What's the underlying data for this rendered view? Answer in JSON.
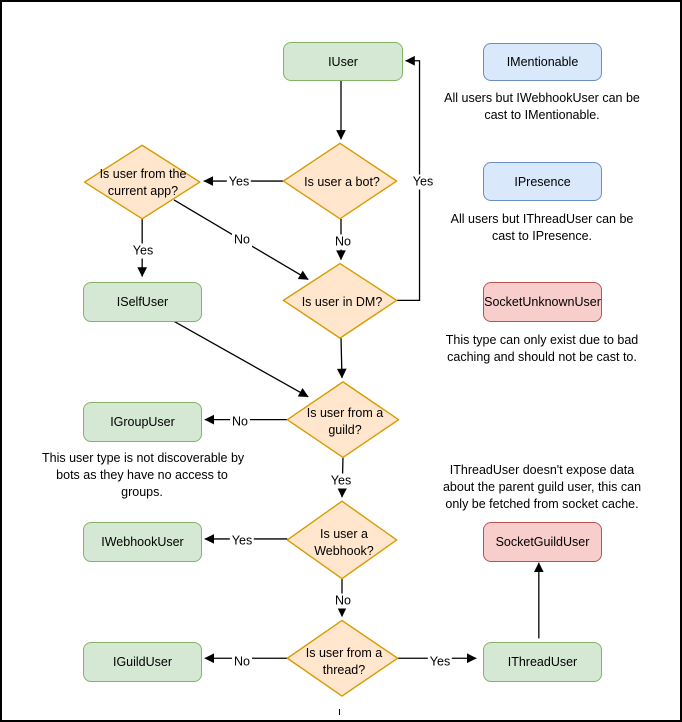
{
  "page": {
    "background": "#ffffff",
    "border_color": "#000000",
    "description": "Flowchart of Discord user interface types and casting rules"
  },
  "palette": {
    "green_fill": "#d5e8d4",
    "green_stroke": "#82b366",
    "blue_fill": "#dae8fc",
    "blue_stroke": "#6c8ebf",
    "red_fill": "#f8cecc",
    "red_stroke": "#b85450",
    "orange_fill": "#ffe6cc",
    "orange_stroke": "#d79b00",
    "line_color": "#000000"
  },
  "nodes": {
    "iuser": {
      "label": "IUser",
      "kind": "green"
    },
    "imentionable": {
      "label": "IMentionable",
      "kind": "blue"
    },
    "ipresence": {
      "label": "IPresence",
      "kind": "blue"
    },
    "socketunknownuser": {
      "label": "SocketUnknownUser",
      "kind": "red"
    },
    "iselfuser": {
      "label": "ISelfUser",
      "kind": "green"
    },
    "igroupuser": {
      "label": "IGroupUser",
      "kind": "green"
    },
    "iwebhookuser": {
      "label": "IWebhookUser",
      "kind": "green"
    },
    "iguilduser": {
      "label": "IGuildUser",
      "kind": "green"
    },
    "socketguilduser": {
      "label": "SocketGuildUser",
      "kind": "red"
    },
    "ithreaduser": {
      "label": "IThreadUser",
      "kind": "green"
    }
  },
  "decisions": {
    "is_bot": {
      "label": "Is user a bot?"
    },
    "current_app": {
      "label": "Is user from the current app?"
    },
    "in_dm": {
      "label": "Is user in DM?"
    },
    "from_guild": {
      "label": "Is user from a guild?"
    },
    "is_webhook": {
      "label": "Is user a Webhook?"
    },
    "from_thread": {
      "label": "Is user from a thread?"
    }
  },
  "edge_labels": {
    "bot_to_app": "Yes",
    "app_to_self": "Yes",
    "dm_to_iuser": "Yes",
    "app_to_dm": "No",
    "bot_to_dm": "No",
    "guild_to_group": "No",
    "guild_to_webhook": "Yes",
    "webhook_to_iwebhook": "Yes",
    "webhook_to_thread": "No",
    "thread_to_iguild": "No",
    "thread_to_ithread": "Yes"
  },
  "notes": {
    "mentionable": {
      "lines": [
        "All users but IWebhookUser can be",
        "cast to IMentionable."
      ]
    },
    "presence": {
      "lines": [
        "All users but IThreadUser can be",
        "cast to IPresence."
      ]
    },
    "unknown": {
      "lines": [
        "This type can only exist due to bad",
        "caching and should not be cast to."
      ]
    },
    "group": {
      "lines": [
        "This user type is not discoverable by",
        "bots as they have no access to",
        "groups."
      ]
    },
    "thread": {
      "lines": [
        "IThreadUser doesn't expose data",
        "about the parent guild user, this can",
        "only be fetched from socket cache."
      ]
    }
  }
}
